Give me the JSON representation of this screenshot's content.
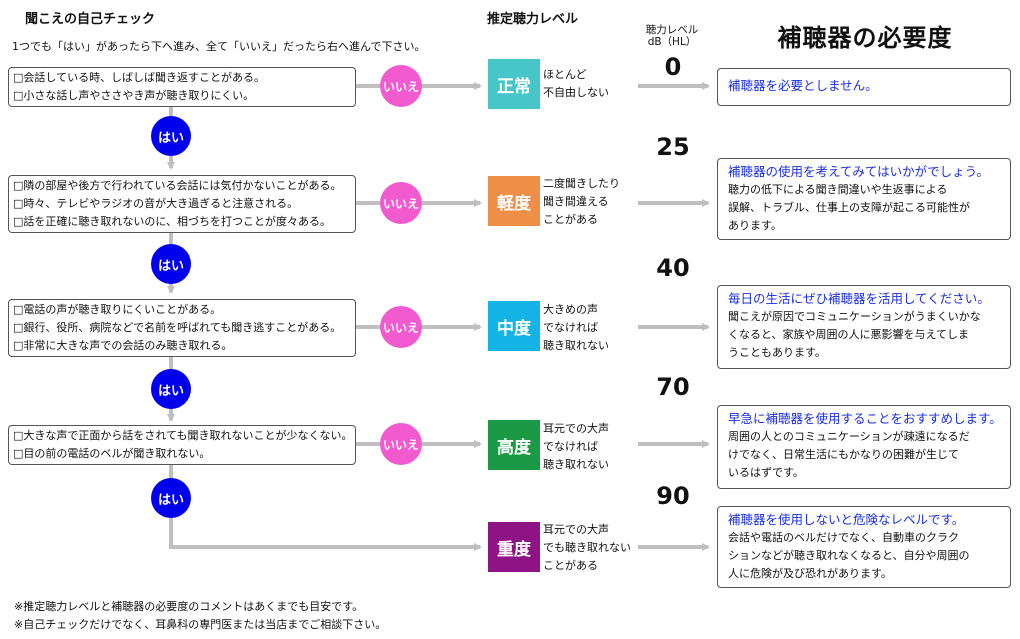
{
  "headers": {
    "checklist_title": "聞こえの自己チェック",
    "level_title": "推定聴力レベル",
    "hearing_level_label_1": "聴力レベル",
    "hearing_level_label_2": "dB（HL）",
    "need_title": "補聴器の必要度"
  },
  "instruction": "1つでも「はい」があったら下へ進み、全て「いいえ」だったら右へ進んで下さい。",
  "answers": {
    "yes": "はい",
    "no": "いいえ"
  },
  "questions": [
    [
      "□会話している時、しばしば聞き返すことがある。",
      "□小さな話し声やささやき声が聴き取りにくい。"
    ],
    [
      "□隣の部屋や後方で行われている会話には気付かないことがある。",
      "□時々、テレビやラジオの音が大き過ぎると注意される。",
      "□話を正確に聴き取れないのに、相づちを打つことが度々ある。"
    ],
    [
      "□電話の声が聴き取りにくいことがある。",
      "□銀行、役所、病院などで名前を呼ばれても聞き逃すことがある。",
      "□非常に大きな声での会話のみ聴き取れる。"
    ],
    [
      "□大きな声で正面から話をされても聞き取れないことが少なくない。",
      "□目の前の電話のベルが聞き取れない。"
    ]
  ],
  "levels": [
    {
      "name": "正常",
      "color": "#46c6c9",
      "desc": [
        "ほとんど",
        "不自由しない"
      ]
    },
    {
      "name": "軽度",
      "color": "#ef8f47",
      "desc": [
        "二度聞きしたり",
        "聞き間違える",
        "ことがある"
      ]
    },
    {
      "name": "中度",
      "color": "#14b3e6",
      "desc": [
        "大きめの声",
        "でなければ",
        "聴き取れない"
      ]
    },
    {
      "name": "高度",
      "color": "#1a9a45",
      "desc": [
        "耳元での大声",
        "でなければ",
        "聴き取れない"
      ]
    },
    {
      "name": "重度",
      "color": "#8e1485",
      "desc": [
        "耳元での大声",
        "でも聴き取れない",
        "ことがある"
      ]
    }
  ],
  "db_values": [
    "0",
    "25",
    "40",
    "70",
    "90"
  ],
  "comments": [
    {
      "title": "補聴器を必要としません。",
      "lines": []
    },
    {
      "title": "補聴器の使用を考えてみてはいかがでしょう。",
      "lines": [
        "聴力の低下による聞き間違いや生返事による",
        "誤解、トラブル、仕事上の支障が起こる可能性が",
        "あります。"
      ]
    },
    {
      "title": "毎日の生活にぜひ補聴器を活用してください。",
      "lines": [
        "聞こえが原因でコミュニケーションがうまくいかな",
        "くなると、家族や周囲の人に悪影響を与えてしま",
        "うこともあります。"
      ]
    },
    {
      "title": "早急に補聴器を使用することをおすすめします。",
      "lines": [
        "周囲の人とのコミュニケーションが疎遠になるだ",
        "けでなく、日常生活にもかなりの困難が生じて",
        "いるはずです。"
      ]
    },
    {
      "title": "補聴器を使用しないと危険なレベルです。",
      "lines": [
        "会話や電話のベルだけでなく、自動車のクラク",
        "ションなどが聴き取れなくなると、自分や周囲の",
        "人に危険が及び恐れがあります。"
      ]
    }
  ],
  "notes": [
    "※推定聴力レベルと補聴器の必要度のコメントはあくまでも目安です。",
    "※自己チェックだけでなく、耳鼻科の専門医または当店までご相談下さい。"
  ]
}
